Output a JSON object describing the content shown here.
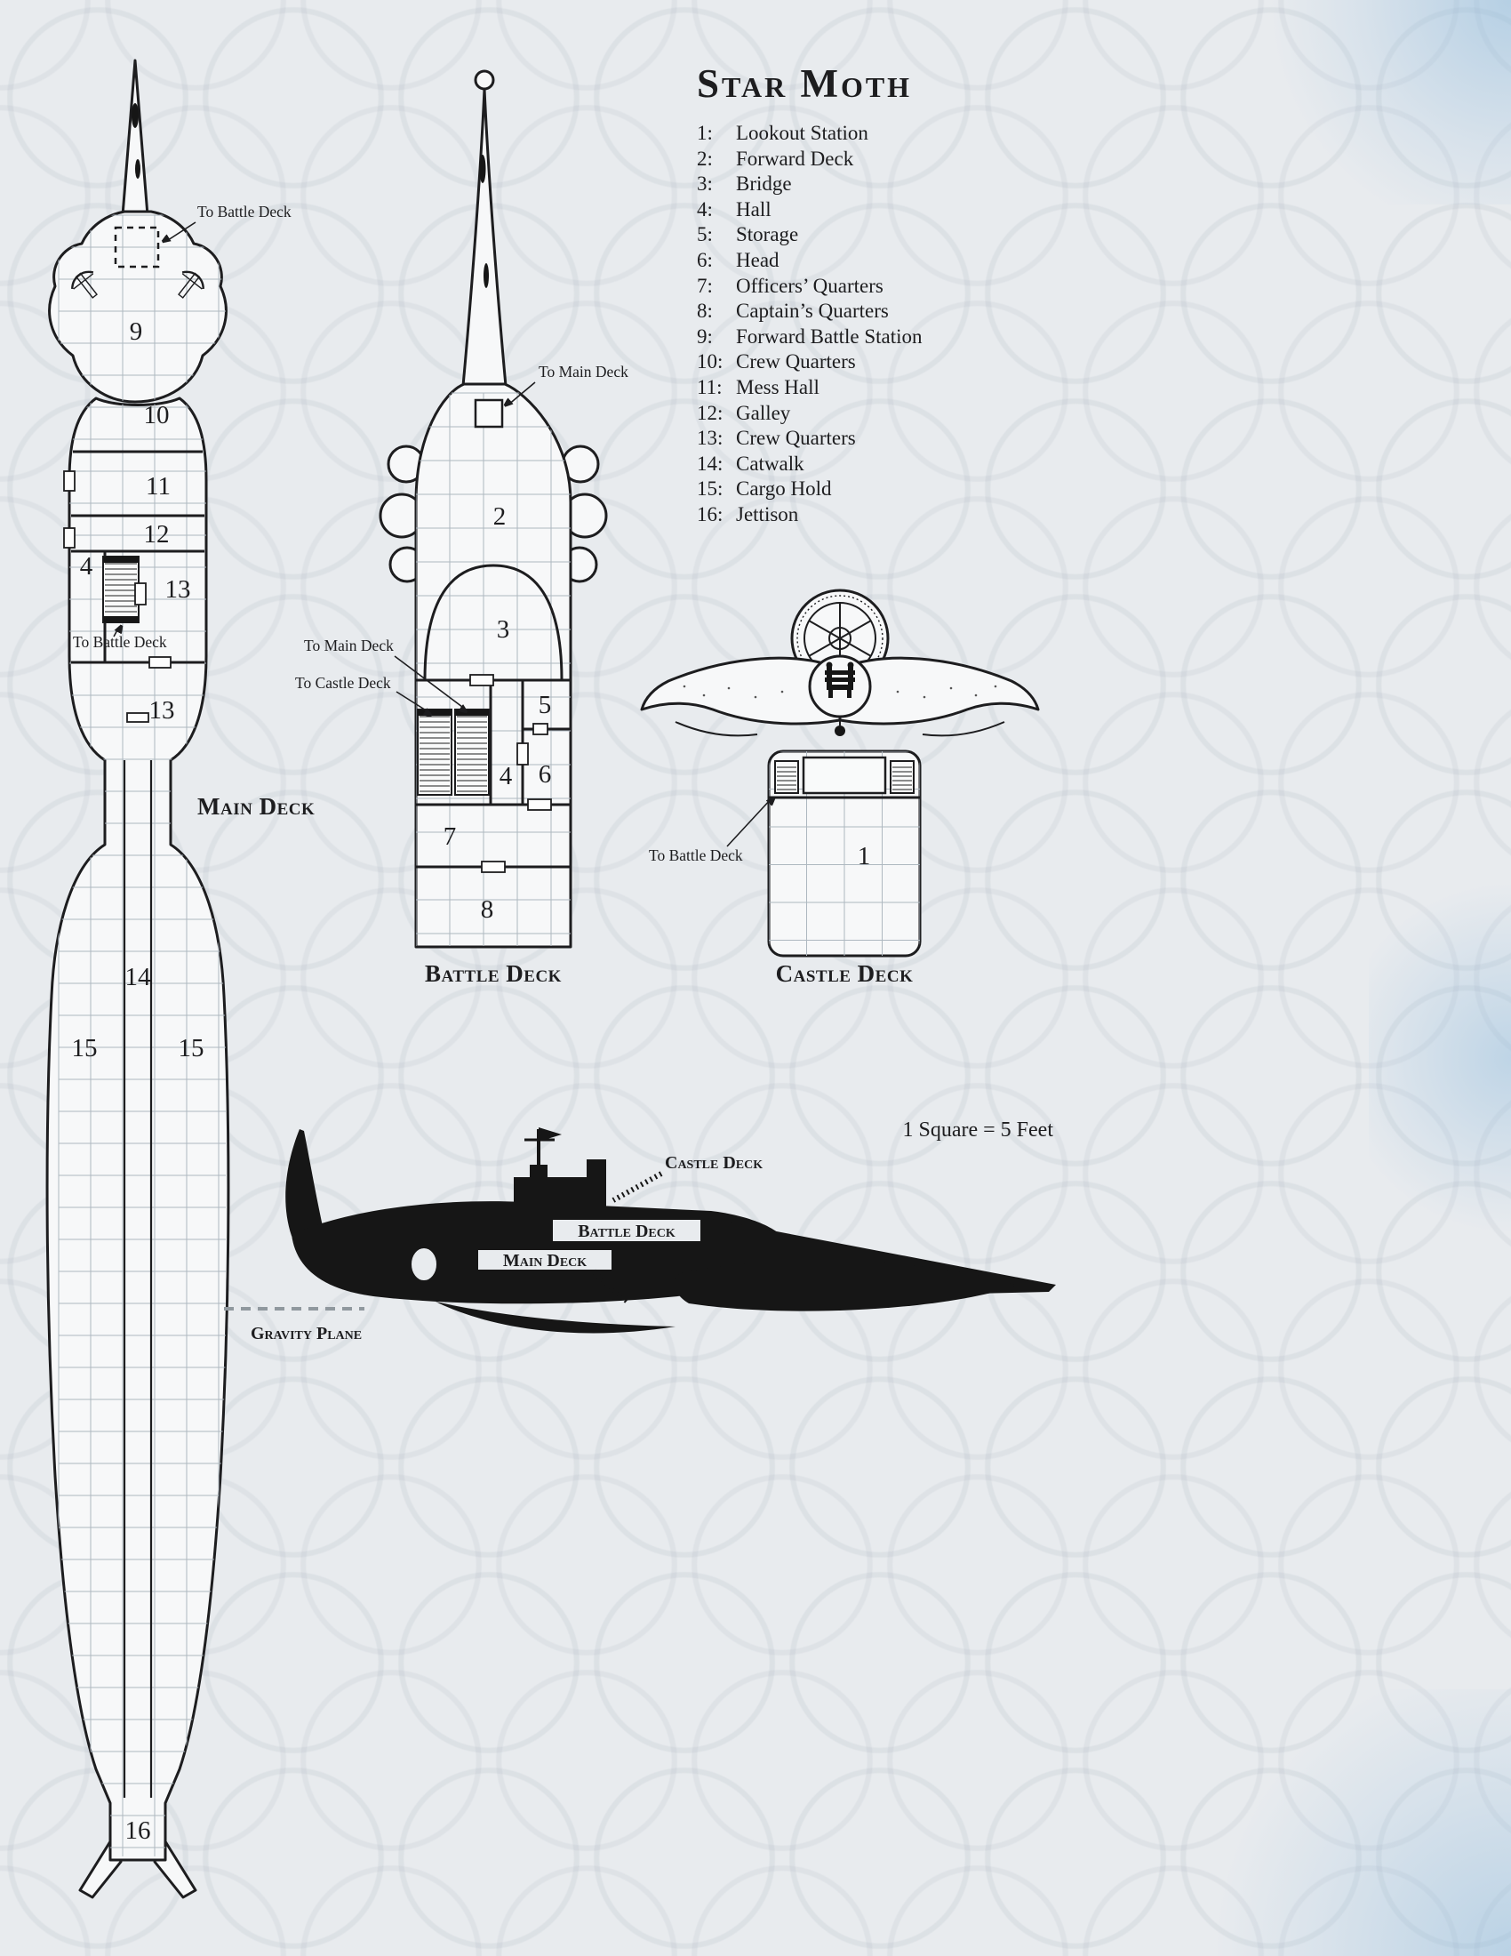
{
  "title": "Star Moth",
  "legend": [
    {
      "num": "1:",
      "label": "Lookout Station"
    },
    {
      "num": "2:",
      "label": "Forward Deck"
    },
    {
      "num": "3:",
      "label": "Bridge"
    },
    {
      "num": "4:",
      "label": "Hall"
    },
    {
      "num": "5:",
      "label": "Storage"
    },
    {
      "num": "6:",
      "label": "Head"
    },
    {
      "num": "7:",
      "label": "Officers’ Quarters"
    },
    {
      "num": "8:",
      "label": "Captain’s Quarters"
    },
    {
      "num": "9:",
      "label": "Forward Battle Station"
    },
    {
      "num": "10:",
      "label": "Crew Quarters"
    },
    {
      "num": "11:",
      "label": "Mess Hall"
    },
    {
      "num": "12:",
      "label": "Galley"
    },
    {
      "num": "13:",
      "label": "Crew Quarters"
    },
    {
      "num": "14:",
      "label": "Catwalk"
    },
    {
      "num": "15:",
      "label": "Cargo Hold"
    },
    {
      "num": "16:",
      "label": "Jettison"
    }
  ],
  "scale_note": "1 Square = 5 Feet",
  "deck_captions": {
    "main": "Main Deck",
    "battle": "Battle Deck",
    "castle": "Castle Deck"
  },
  "annotations": {
    "to_battle_deck": "To Battle Deck",
    "to_main_deck": "To Main Deck",
    "to_castle_deck": "To Castle Deck",
    "gravity_plane": "Gravity Plane"
  },
  "rooms": {
    "main": [
      "9",
      "10",
      "11",
      "12",
      "4",
      "13",
      "13",
      "14",
      "15",
      "15",
      "16"
    ],
    "battle": [
      "2",
      "3",
      "5",
      "4",
      "6",
      "7",
      "8"
    ],
    "castle": [
      "1"
    ]
  },
  "colors": {
    "ink": "#1d1d1f",
    "grid": "#aeb8c0",
    "paper": "#f7f8f9",
    "background": "#e8ebee"
  }
}
